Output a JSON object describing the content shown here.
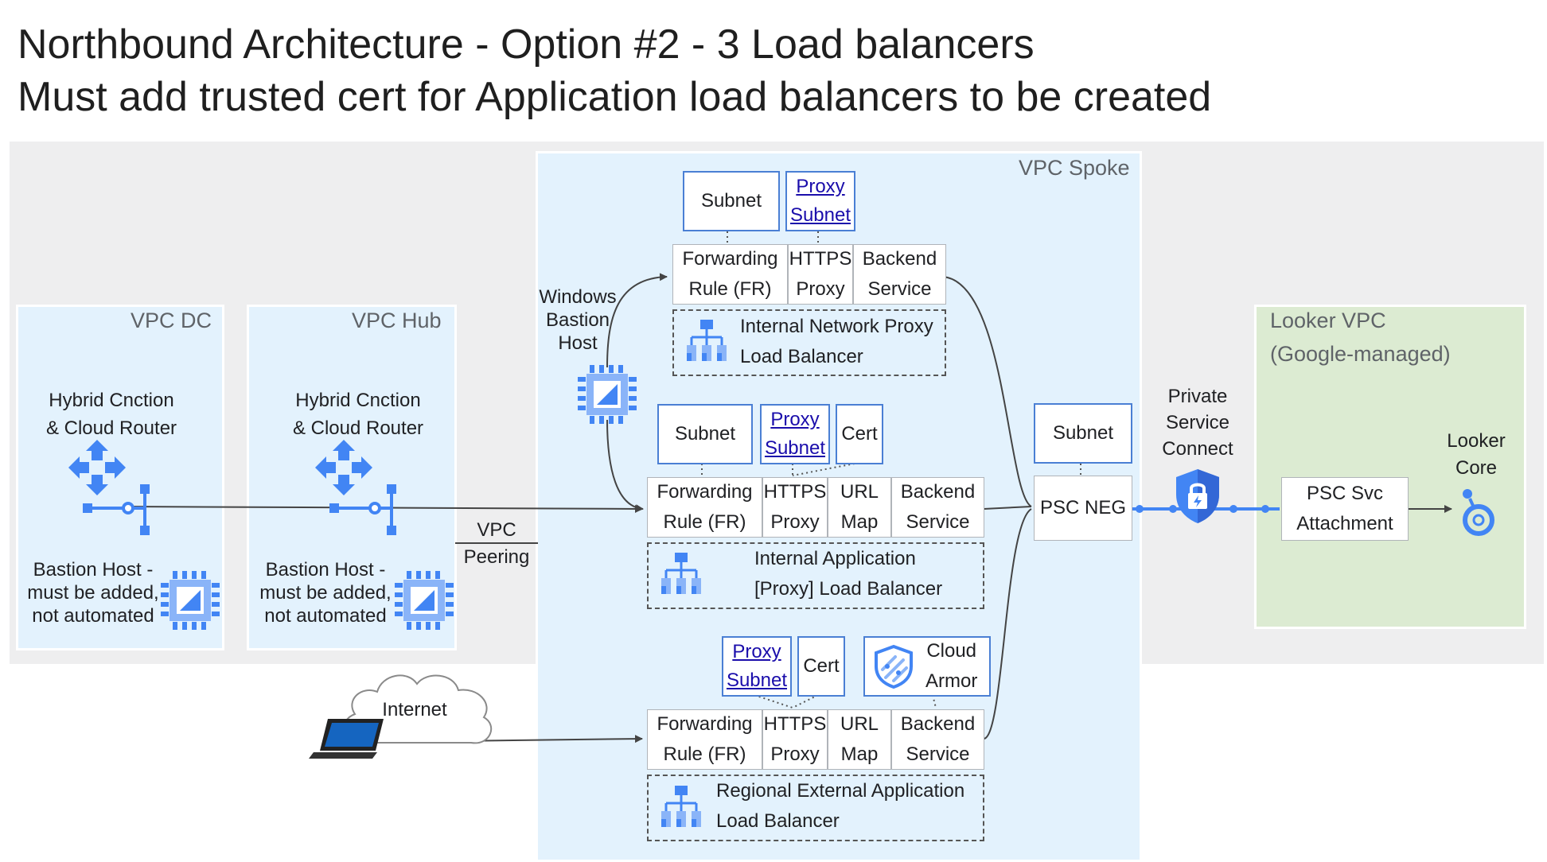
{
  "title": {
    "line1": "Northbound Architecture - Option #2 - 3 Load balancers",
    "line2": "Must add trusted cert for Application load balancers to be created"
  },
  "regions": {
    "vpc_dc": "VPC DC",
    "vpc_hub": "VPC Hub",
    "vpc_spoke": "VPC Spoke",
    "looker_vpc_line1": "Looker VPC",
    "looker_vpc_line2": "(Google-managed)"
  },
  "dc": {
    "hybrid_line1": "Hybrid Cnction",
    "hybrid_line2": "& Cloud Router",
    "bastion_line1": "Bastion Host -",
    "bastion_line2": "must be  added,",
    "bastion_line3": "not automated"
  },
  "hub": {
    "hybrid_line1": "Hybrid Cnction",
    "hybrid_line2": "& Cloud Router",
    "bastion_line1": "Bastion Host -",
    "bastion_line2": "must be  added,",
    "bastion_line3": "not automated"
  },
  "vpc_peering": {
    "line1": "VPC",
    "line2": "Peering"
  },
  "windows_bastion": {
    "line1": "Windows",
    "line2": "Bastion",
    "line3": "Host"
  },
  "internet": "Internet",
  "lb1": {
    "subnet": "Subnet",
    "proxy_subnet_1": "Proxy",
    "proxy_subnet_2": "Subnet",
    "fr_1": "Forwarding",
    "fr_2": "Rule (FR)",
    "https_1": "HTTPS",
    "https_2": "Proxy",
    "backend_1": "Backend",
    "backend_2": "Service",
    "label_1": "Internal Network Proxy",
    "label_2": "Load Balancer"
  },
  "lb2": {
    "subnet": "Subnet",
    "proxy_subnet_1": "Proxy",
    "proxy_subnet_2": "Subnet",
    "cert": "Cert",
    "fr_1": "Forwarding",
    "fr_2": "Rule (FR)",
    "https_1": "HTTPS",
    "https_2": "Proxy",
    "url_1": "URL",
    "url_2": "Map",
    "backend_1": "Backend",
    "backend_2": "Service",
    "label_1": "Internal Application",
    "label_2": "[Proxy] Load Balancer"
  },
  "lb3": {
    "proxy_subnet_1": "Proxy",
    "proxy_subnet_2": "Subnet",
    "cert": "Cert",
    "armor_1": "Cloud",
    "armor_2": "Armor",
    "fr_1": "Forwarding",
    "fr_2": "Rule (FR)",
    "https_1": "HTTPS",
    "https_2": "Proxy",
    "url_1": "URL",
    "url_2": "Map",
    "backend_1": "Backend",
    "backend_2": "Service",
    "label_1": "Regional External Application",
    "label_2": "Load Balancer"
  },
  "psc": {
    "subnet": "Subnet",
    "neg": "PSC NEG",
    "psc_1": "Private",
    "psc_2": "Service",
    "psc_3": "Connect",
    "attach_1": "PSC Svc",
    "attach_2": "Attachment"
  },
  "looker_core": {
    "line1": "Looker",
    "line2": "Core"
  },
  "colors": {
    "blue": "#4285f4",
    "light_blue_bg": "#e3f2fd",
    "grey_bg": "#eeeeef",
    "green_bg": "#dcebd2",
    "box_border": "#4a7fd4"
  },
  "icons": [
    "network-icon",
    "compute-chip-icon",
    "load-balancer-icon",
    "shield-lock-icon",
    "looker-icon",
    "laptop-icon",
    "cloud-icon",
    "cloud-armor-icon"
  ]
}
